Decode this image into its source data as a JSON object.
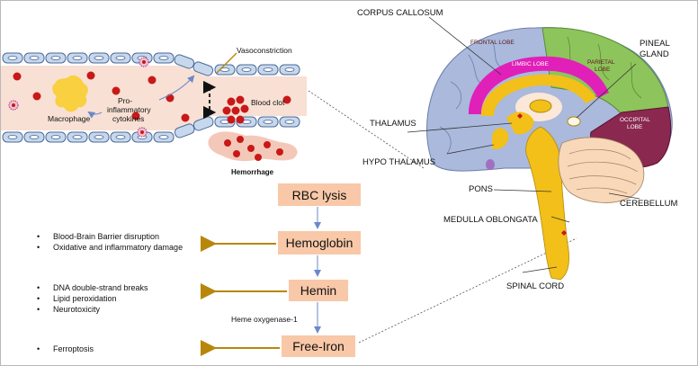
{
  "vessel": {
    "vasoconstriction": "Vasoconstriction",
    "macrophage": "Macrophage",
    "cytokines_line1": "Pro-",
    "cytokines_line2": "inflammatory",
    "cytokines_line3": "cytokines",
    "blood_clot": "Blood clot",
    "hemorrhage": "Hemorrhage"
  },
  "pathway": {
    "rbc_lysis": "RBC lysis",
    "hemoglobin": "Hemoglobin",
    "hemin": "Hemin",
    "free_iron": "Free-Iron",
    "enzyme": "Heme oxygenase-1",
    "box_color": "#f8c8a8",
    "arrow_color": "#b8860b"
  },
  "effects": {
    "hemoglobin": [
      "Blood-Brain Barrier disruption",
      "Oxidative and inflammatory damage"
    ],
    "hemin": [
      "DNA double-strand breaks",
      "Lipid peroxidation",
      "Neurotoxicity"
    ],
    "free_iron": [
      "Ferroptosis"
    ]
  },
  "brain": {
    "corpus_callosum": "CORPUS CALLOSUM",
    "frontal_lobe": "FRONTAL LOBE",
    "limbic_lobe": "LIMBIC LOBE",
    "parietal_lobe_1": "PARIETAL",
    "parietal_lobe_2": "LOBE",
    "pineal_1": "PINEAL",
    "pineal_2": "GLAND",
    "thalamus": "THALAMUS",
    "occipital_1": "OCCIPITAL",
    "occipital_2": "LOBE",
    "hypo_thalamus": "HYPO THALAMUS",
    "pons": "PONS",
    "cerebellum": "CEREBELLUM",
    "medulla": "MEDULLA OBLONGATA",
    "spinal_cord": "SPINAL CORD"
  },
  "colors": {
    "frontal": "#aab9dc",
    "limbic": "#e020b8",
    "parietal": "#8ec45c",
    "occipital": "#8a2850",
    "cerebellum": "#f8d8b8",
    "stem": "#f2c018",
    "vessel_wall": "#c8d8ec",
    "vessel_lumen": "#f8e0d4",
    "rbc": "#c81818",
    "macrophage": "#f8d040"
  }
}
